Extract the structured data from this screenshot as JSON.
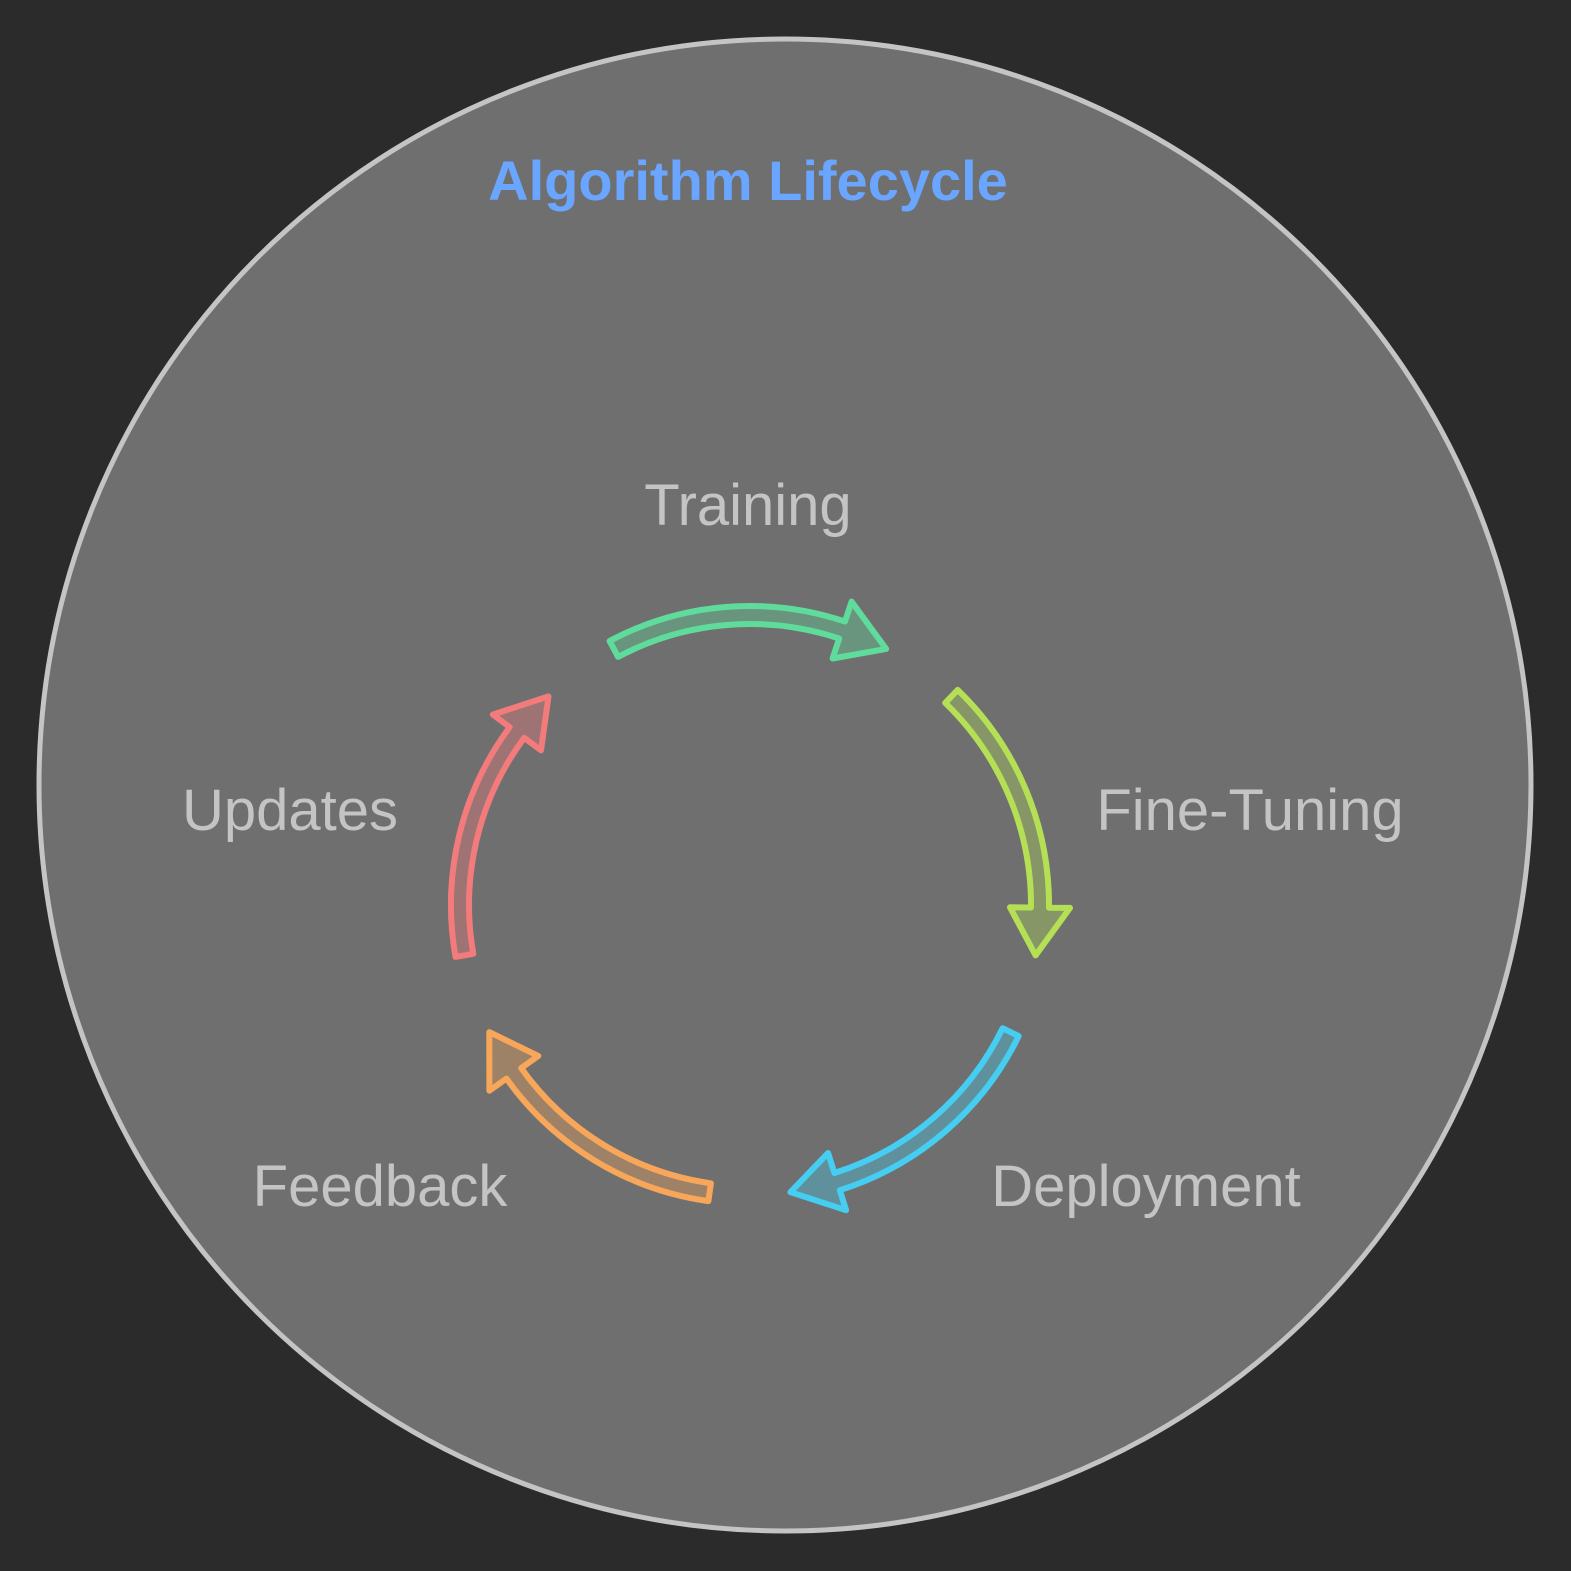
{
  "diagram": {
    "title": "Algorithm Lifecycle",
    "stages": [
      {
        "label": "Training",
        "color": "#5fdc9c"
      },
      {
        "label": "Fine-Tuning",
        "color": "#b5e055"
      },
      {
        "label": "Deployment",
        "color": "#45cdf2"
      },
      {
        "label": "Feedback",
        "color": "#f7a65a"
      },
      {
        "label": "Updates",
        "color": "#f47b7b"
      }
    ]
  },
  "colors": {
    "background": "#2b2b2b",
    "circle_fill": "#6f6f6f",
    "circle_stroke": "#c4c4c4",
    "title": "#6aa6ff",
    "label": "#c4c4c4"
  }
}
